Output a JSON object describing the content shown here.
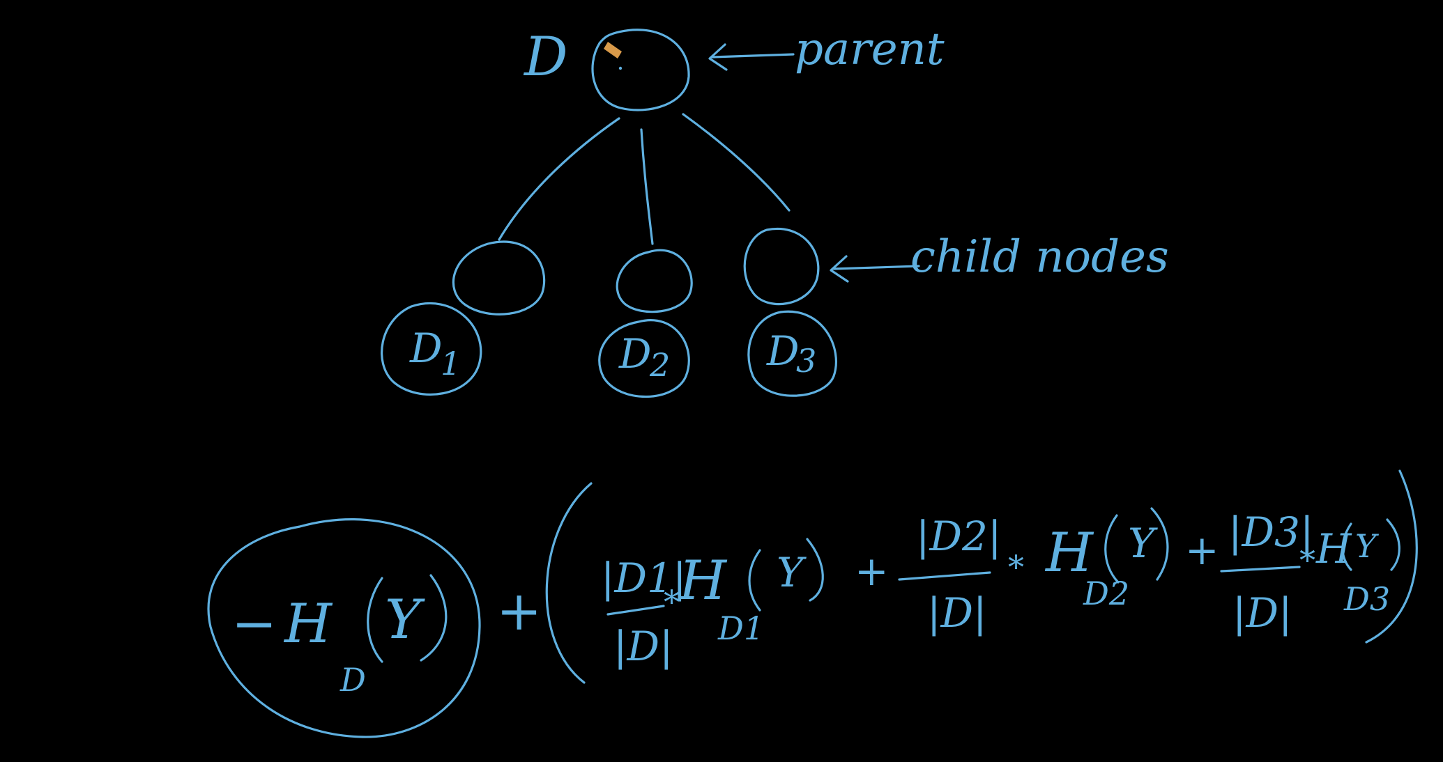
{
  "diagram": {
    "root_label": "D",
    "parent_annotation": "parent",
    "child_annotation": "child nodes",
    "child_labels": [
      "D",
      "D",
      "D"
    ],
    "child_subscripts": [
      "1",
      "2",
      "3"
    ]
  },
  "formula": {
    "minus": "−",
    "H": "H",
    "Y": "Y",
    "D": "D",
    "plus": "+",
    "times": "*",
    "abs_D": "|D|",
    "frac_nums": [
      "|D1|",
      "|D2|",
      "|D3|"
    ],
    "subscripts": [
      "D1",
      "D2",
      "D3"
    ]
  },
  "colors": {
    "ink": "#5fb0e0",
    "background": "#000000"
  }
}
